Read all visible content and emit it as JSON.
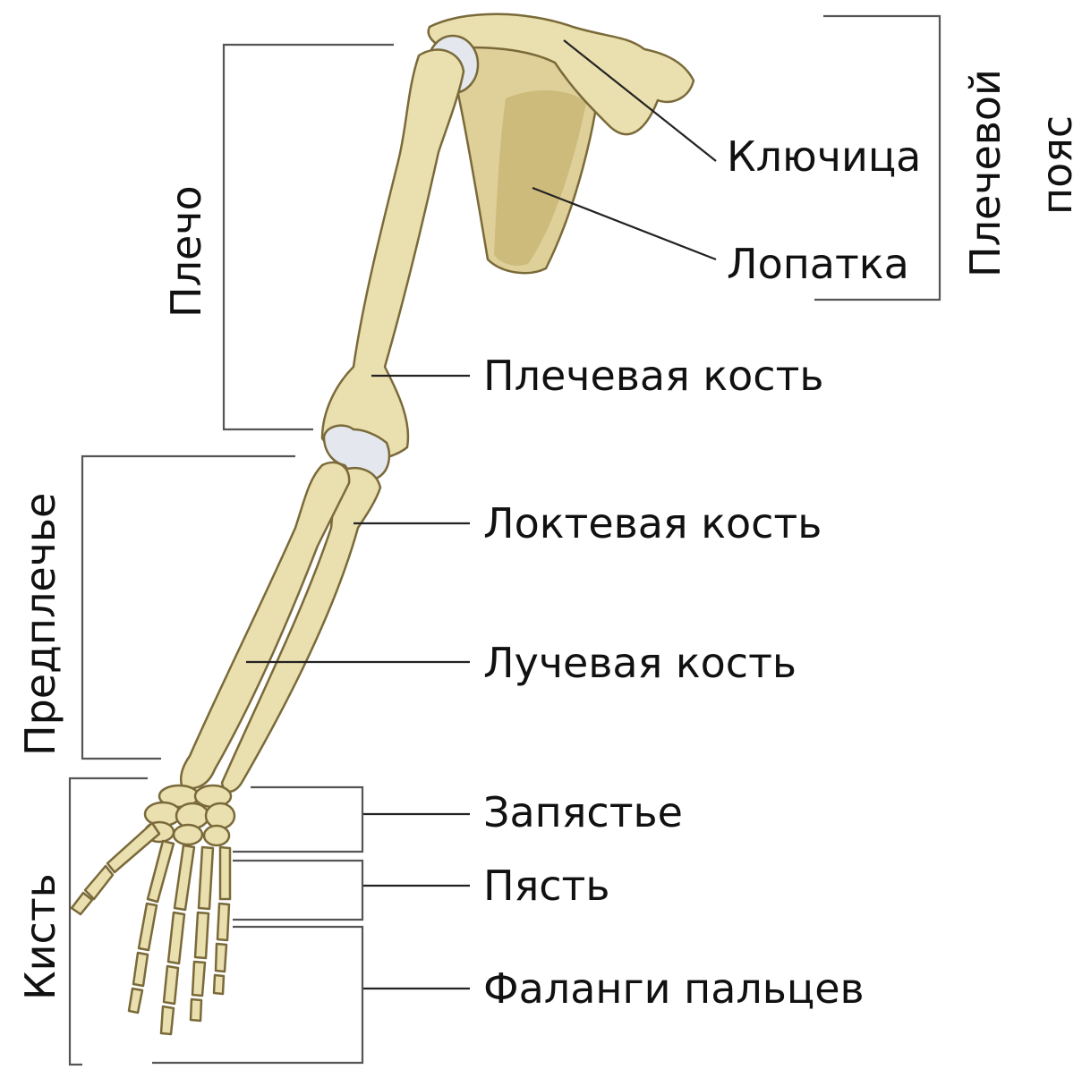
{
  "labels": {
    "clavicle": "Ключица",
    "scapula": "Лопатка",
    "humerus": "Плечевая кость",
    "ulna": "Локтевая кость",
    "radius": "Лучевая кость",
    "carpus": "Запястье",
    "metacarpus": "Пясть",
    "phalanges": "Фаланги пальцев"
  },
  "regions": {
    "shoulder_girdle_line1": "Плечевой",
    "shoulder_girdle_line2": "пояс",
    "upper_arm": "Плечо",
    "forearm": "Предплечье",
    "hand": "Кисть"
  },
  "colors": {
    "bone": "#eadfae",
    "bone_shade": "#c8b67a",
    "bone_outline": "#7a6a3a",
    "cartilage": "#e4e8ee",
    "line": "#222222",
    "bracket": "#555555"
  }
}
